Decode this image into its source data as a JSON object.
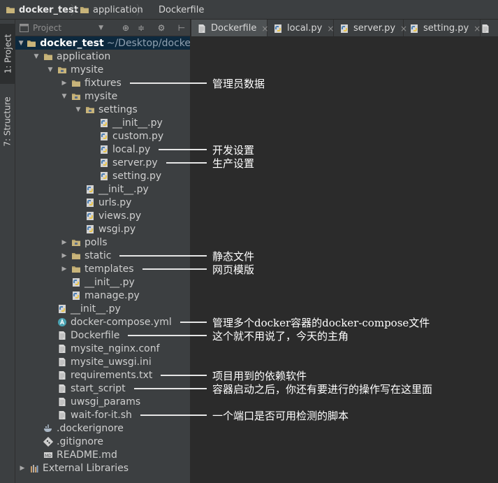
{
  "breadcrumb": [
    {
      "label": "docker_test",
      "icon": "folder-icon",
      "bold": true
    },
    {
      "label": "application",
      "icon": "folder-icon",
      "bold": false
    },
    {
      "label": "Dockerfile",
      "icon": "file-icon",
      "bold": false
    }
  ],
  "tool_strip": {
    "project_tab": "1: Project",
    "structure_tab": "7: Structure"
  },
  "panel": {
    "view_select": "Project",
    "icons": [
      "target-icon",
      "collapse-icon",
      "gear-icon",
      "pin-icon"
    ]
  },
  "tree": [
    {
      "name": "docker_test",
      "path": "~/Desktop/docke",
      "icon": "folder-icon",
      "arrow": "expanded",
      "level": 0,
      "selected": true,
      "bold": true
    },
    {
      "name": "application",
      "icon": "folder-icon",
      "arrow": "expanded",
      "level": 1
    },
    {
      "name": "mysite",
      "icon": "package-folder-icon",
      "arrow": "expanded",
      "level": 2
    },
    {
      "name": "fixtures",
      "icon": "folder-icon",
      "arrow": "collapsed",
      "level": 3
    },
    {
      "name": "mysite",
      "icon": "package-folder-icon",
      "arrow": "expanded",
      "level": 3
    },
    {
      "name": "settings",
      "icon": "package-folder-icon",
      "arrow": "expanded",
      "level": 4
    },
    {
      "name": "__init__.py",
      "icon": "python-file-icon",
      "arrow": "none",
      "level": 5
    },
    {
      "name": "custom.py",
      "icon": "python-file-icon",
      "arrow": "none",
      "level": 5
    },
    {
      "name": "local.py",
      "icon": "python-file-icon",
      "arrow": "none",
      "level": 5
    },
    {
      "name": "server.py",
      "icon": "python-file-icon",
      "arrow": "none",
      "level": 5
    },
    {
      "name": "setting.py",
      "icon": "python-file-icon",
      "arrow": "none",
      "level": 5
    },
    {
      "name": "__init__.py",
      "icon": "python-file-icon",
      "arrow": "none",
      "level": 4
    },
    {
      "name": "urls.py",
      "icon": "python-file-icon",
      "arrow": "none",
      "level": 4
    },
    {
      "name": "views.py",
      "icon": "python-file-icon",
      "arrow": "none",
      "level": 4
    },
    {
      "name": "wsgi.py",
      "icon": "python-file-icon",
      "arrow": "none",
      "level": 4
    },
    {
      "name": "polls",
      "icon": "package-folder-icon",
      "arrow": "collapsed",
      "level": 3
    },
    {
      "name": "static",
      "icon": "folder-icon",
      "arrow": "collapsed",
      "level": 3
    },
    {
      "name": "templates",
      "icon": "folder-icon",
      "arrow": "collapsed",
      "level": 3
    },
    {
      "name": "__init__.py",
      "icon": "python-file-icon",
      "arrow": "none",
      "level": 3
    },
    {
      "name": "manage.py",
      "icon": "python-file-icon",
      "arrow": "none",
      "level": 3
    },
    {
      "name": "__init__.py",
      "icon": "python-file-icon",
      "arrow": "none",
      "level": 2
    },
    {
      "name": "docker-compose.yml",
      "icon": "yaml-file-icon",
      "arrow": "none",
      "level": 2
    },
    {
      "name": "Dockerfile",
      "icon": "text-file-icon",
      "arrow": "none",
      "level": 2
    },
    {
      "name": "mysite_nginx.conf",
      "icon": "text-file-icon",
      "arrow": "none",
      "level": 2
    },
    {
      "name": "mysite_uwsgi.ini",
      "icon": "text-file-icon",
      "arrow": "none",
      "level": 2
    },
    {
      "name": "requirements.txt",
      "icon": "text-file-icon",
      "arrow": "none",
      "level": 2
    },
    {
      "name": "start_script",
      "icon": "text-file-icon",
      "arrow": "none",
      "level": 2
    },
    {
      "name": "uwsgi_params",
      "icon": "text-file-icon",
      "arrow": "none",
      "level": 2
    },
    {
      "name": "wait-for-it.sh",
      "icon": "text-file-icon",
      "arrow": "none",
      "level": 2
    },
    {
      "name": ".dockerignore",
      "icon": "docker-icon",
      "arrow": "none",
      "level": 1
    },
    {
      "name": ".gitignore",
      "icon": "git-icon",
      "arrow": "none",
      "level": 1
    },
    {
      "name": "README.md",
      "icon": "markdown-file-icon",
      "arrow": "none",
      "level": 1
    },
    {
      "name": "External Libraries",
      "icon": "library-icon",
      "arrow": "collapsed",
      "level": 0
    }
  ],
  "tabs": [
    {
      "label": "Dockerfile",
      "icon": "text-file-icon",
      "active": true
    },
    {
      "label": "local.py",
      "icon": "python-file-icon",
      "active": false
    },
    {
      "label": "server.py",
      "icon": "python-file-icon",
      "active": false
    },
    {
      "label": "setting.py",
      "icon": "python-file-icon",
      "active": false
    }
  ],
  "tab_close": "×",
  "annotations": [
    {
      "row": 3,
      "text": "管理员数据"
    },
    {
      "row": 8,
      "text": "开发设置"
    },
    {
      "row": 9,
      "text": "生产设置"
    },
    {
      "row": 16,
      "text": "静态文件"
    },
    {
      "row": 17,
      "text": "网页模版"
    },
    {
      "row": 21,
      "text": "管理多个docker容器的docker-compose文件"
    },
    {
      "row": 22,
      "text": "这个就不用说了，今天的主角"
    },
    {
      "row": 25,
      "text": "项目用到的依赖软件"
    },
    {
      "row": 26,
      "text": "容器启动之后，你还有要进行的操作写在这里面"
    },
    {
      "row": 28,
      "text": "一个端口是否可用检测的脚本"
    }
  ],
  "colors": {
    "background": "#2b2b2b",
    "panel": "#3c3f41",
    "selection": "#0d293e",
    "folder": "#b5a26a",
    "python_blue": "#4a7fb5",
    "python_yellow": "#e8c44a",
    "annotation": "#ffffff"
  }
}
